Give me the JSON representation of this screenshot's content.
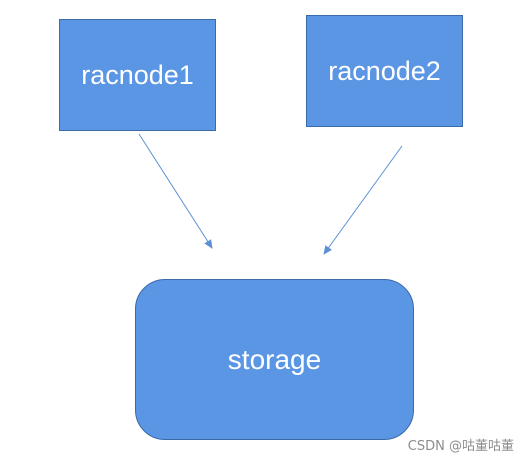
{
  "nodes": {
    "racnode1": "racnode1",
    "racnode2": "racnode2",
    "storage": "storage"
  },
  "watermark": "CSDN @咕董咕董",
  "colors": {
    "node_fill": "#5b96e5",
    "node_border": "#3a6aa8",
    "arrow": "#5b8fd6",
    "text": "#ffffff"
  }
}
